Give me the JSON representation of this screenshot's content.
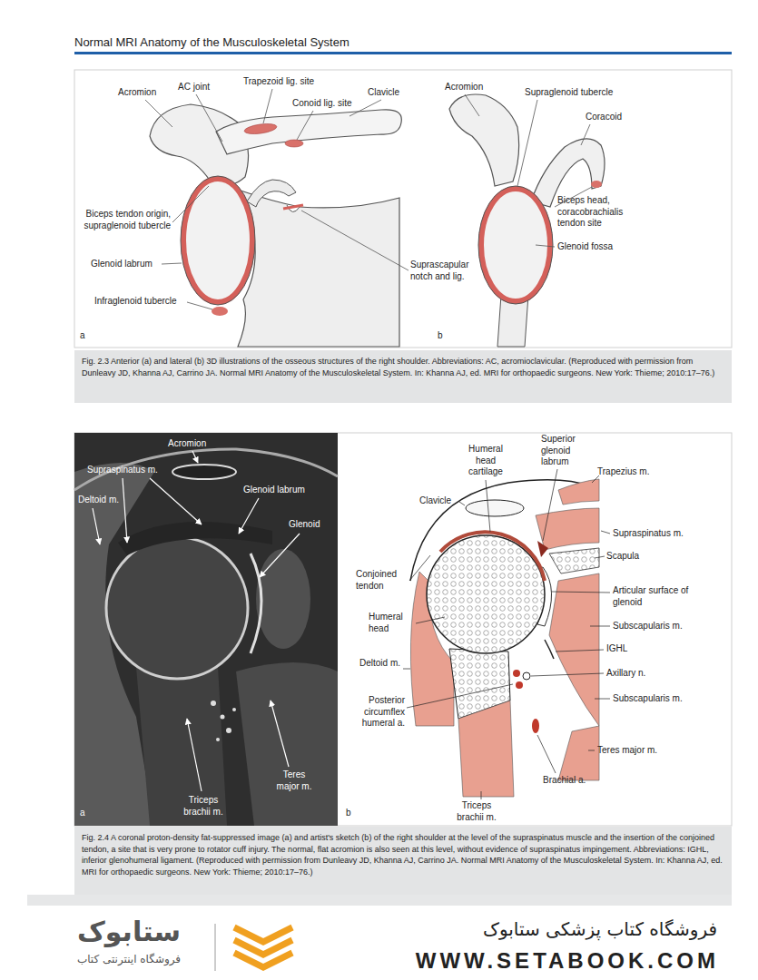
{
  "diagram": {
    "title": "Normal MRI Anatomy of the Musculoskeletal System",
    "nodes": [
      {
        "text": [
          "Fig. 2.3 Anterior (a) and lateral (b) 3D illustrations of the osseous structures of the right shoulder. Abbreviations: AC, acromioclavicular. (Reproduced with permission from Dunleavy JD, Khanna AJ, Carrino JA. Normal MRI Anatomy of the Musculoskeletal System. In: Khanna AJ, ed. MRI for orthopaedic surgeons. New York: Thieme; 2010:17–76.)"
        ]
      },
      {
        "text": [
          "Fig. 2.4 A coronal proton-density fat-suppressed image (a) and artist's sketch (b) of the right shoulder at the level of the supraspinatus muscle and the insertion of the conjoined tendon, a site that is very prone to rotator cuff injury. The normal, flat acromion is also seen at this level, without evidence of supraspinatus impingement. Abbreviations: IGHL, inferior glenohumeral ligament. (Reproduced with permission from Dunleavy JD, Khanna AJ, Carrino JA. Normal MRI Anatomy of the Musculoskeletal System. In: Khanna AJ, ed. MRI for orthopaedic surgeons. New York: Thieme; 2010:17–76.)"
        ]
      }
    ],
    "labels": [
      "Acromion",
      "AC joint",
      "Trapezoid lig. site",
      "Conoid lig. site",
      "Clavicle",
      "Biceps tendon origin, supraglenoid tubercle",
      "Glenoid labrum",
      "Infraglenoid tubercle",
      "Suprascapular notch and lig.",
      "a",
      "Acromion",
      "Supraglenoid tubercle",
      "Coracoid",
      "Biceps head, coracobrachialis tendon site",
      "Glenoid fossa",
      "b",
      "Acromion",
      "Supraspinatus m.",
      "Glenoid labrum",
      "Deltoid m.",
      "Glenoid",
      "Triceps brachii m.",
      "Teres major m.",
      "a",
      "Humeral head cartilage",
      "Superior glenoid labrum",
      "Trapezius m.",
      "Clavicle",
      "Supraspinatus m.",
      "Scapula",
      "Conjoined tendon",
      "Articular surface of glenoid",
      "Humeral head",
      "Subscapularis m.",
      "IGHL",
      "Axillary n.",
      "Deltoid m.",
      "Subscapularis m.",
      "Posterior circumflex humeral a.",
      "Teres major m.",
      "Brachial a.",
      "Triceps brachii m.",
      "b",
      "ستابوک",
      "فروشگاه اینترنتی کتاب",
      "فروشگاه کتاب پزشکی ستابوک",
      "WWW.SETABOOK.COM"
    ]
  }
}
